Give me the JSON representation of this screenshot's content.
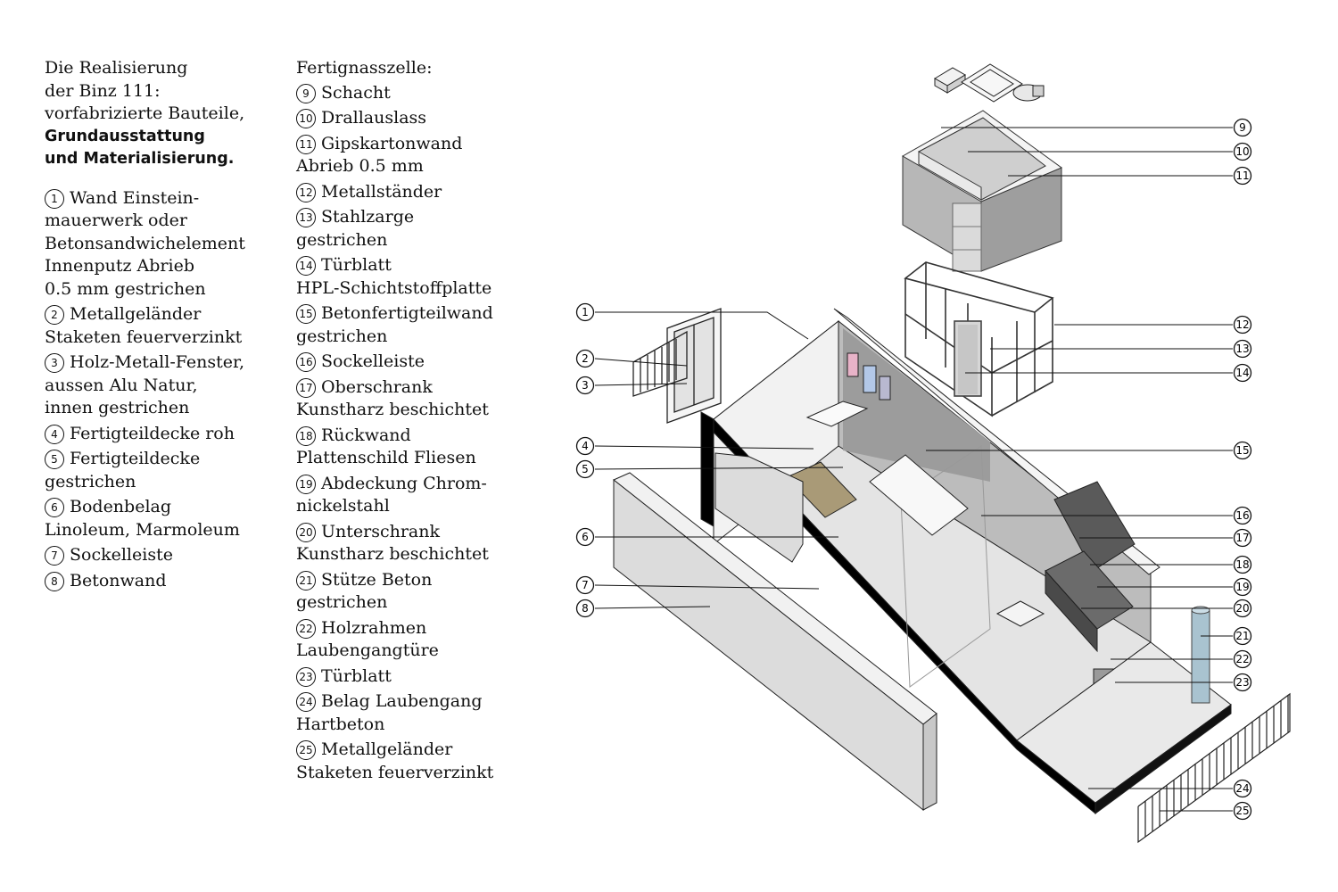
{
  "intro": {
    "lines": [
      "Die Realisierung",
      "der Binz 111:",
      "vorfabrizierte Bauteile,"
    ],
    "bold_lines": [
      "Grundausstattung",
      "und Materialisierung."
    ]
  },
  "wet_cell_heading": "Fertignasszelle:",
  "legend_left": [
    {
      "num": "1",
      "lines": [
        "Wand Einstein-",
        "mauerwerk oder",
        "Betonsandwichelement",
        "Innenputz Abrieb",
        "0.5 mm gestrichen"
      ]
    },
    {
      "num": "2",
      "lines": [
        "Metallgeländer",
        "Staketen feuerverzinkt"
      ]
    },
    {
      "num": "3",
      "lines": [
        "Holz-Metall-Fenster,",
        "aussen Alu Natur,",
        "innen gestrichen"
      ]
    },
    {
      "num": "4",
      "lines": [
        "Fertigteildecke roh"
      ]
    },
    {
      "num": "5",
      "lines": [
        "Fertigteildecke",
        "gestrichen"
      ]
    },
    {
      "num": "6",
      "lines": [
        "Bodenbelag",
        "Linoleum, Marmoleum"
      ]
    },
    {
      "num": "7",
      "lines": [
        "Sockelleiste"
      ]
    },
    {
      "num": "8",
      "lines": [
        "Betonwand"
      ]
    }
  ],
  "legend_right": [
    {
      "num": "9",
      "lines": [
        "Schacht"
      ]
    },
    {
      "num": "10",
      "lines": [
        "Drallauslass"
      ]
    },
    {
      "num": "11",
      "lines": [
        "Gipskartonwand",
        "Abrieb 0.5 mm"
      ]
    },
    {
      "num": "12",
      "lines": [
        "Metallständer"
      ]
    },
    {
      "num": "13",
      "lines": [
        "Stahlzarge",
        "gestrichen"
      ]
    },
    {
      "num": "14",
      "lines": [
        "Türblatt",
        "HPL-Schichtstoffplatte"
      ]
    },
    {
      "num": "15",
      "lines": [
        "Betonfertigteilwand",
        "gestrichen"
      ]
    },
    {
      "num": "16",
      "lines": [
        "Sockelleiste"
      ]
    },
    {
      "num": "17",
      "lines": [
        "Oberschrank",
        "Kunstharz beschichtet"
      ]
    },
    {
      "num": "18",
      "lines": [
        "Rückwand",
        "Plattenschild Fliesen"
      ]
    },
    {
      "num": "19",
      "lines": [
        "Abdeckung Chrom-",
        "nickelstahl"
      ]
    },
    {
      "num": "20",
      "lines": [
        "Unterschrank",
        "Kunstharz beschichtet"
      ]
    },
    {
      "num": "21",
      "lines": [
        "Stütze Beton",
        "gestrichen"
      ]
    },
    {
      "num": "22",
      "lines": [
        "Holzrahmen",
        "Laubengangtüre"
      ]
    },
    {
      "num": "23",
      "lines": [
        "Türblatt"
      ]
    },
    {
      "num": "24",
      "lines": [
        "Belag Laubengang",
        "Hartbeton"
      ]
    },
    {
      "num": "25",
      "lines": [
        "Metallgeländer",
        "Staketen feuerverzinkt"
      ]
    }
  ],
  "callouts_left": [
    "1",
    "2",
    "3",
    "4",
    "5",
    "6",
    "7",
    "8"
  ],
  "callouts_right": [
    "9",
    "10",
    "11",
    "12",
    "13",
    "14",
    "15",
    "16",
    "17",
    "18",
    "19",
    "20",
    "21",
    "22",
    "23",
    "24",
    "25"
  ],
  "colors": {
    "wall_light": "#ececec",
    "wall_mid": "#bdbdbd",
    "wall_dark": "#8f8f8f",
    "floor": "#e6e6e6",
    "cut": "#000000",
    "line": "#111111"
  }
}
